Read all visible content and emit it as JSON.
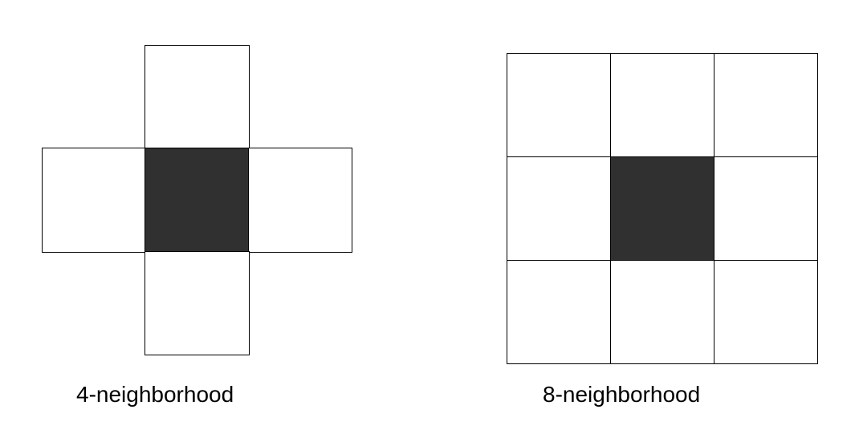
{
  "diagrams": [
    {
      "id": "four",
      "label": "4-neighborhood"
    },
    {
      "id": "eight",
      "label": "8-neighborhood"
    }
  ],
  "colors": {
    "center_pixel": "#303030",
    "neighbor_pixel": "#ffffff",
    "outline": "#000000"
  }
}
